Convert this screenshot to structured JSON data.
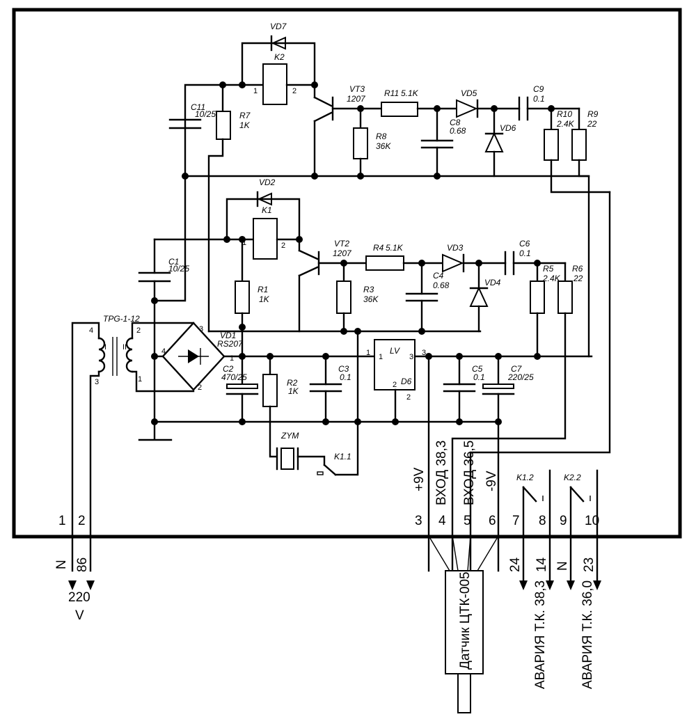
{
  "components": {
    "vd7": "VD7",
    "k2": "K2",
    "vt3": "VT3",
    "vt3_type": "1207",
    "r11": "R11",
    "r11_val": "5.1K",
    "vd5": "VD5",
    "c9": "C9",
    "c9_val": "0.1",
    "r10": "R10",
    "r10_val": "2.4K",
    "r9": "R9",
    "r9_val": "22",
    "c11": "C11",
    "c11_val": "10/25",
    "r7": "R7",
    "r7_val": "1K",
    "r8": "R8",
    "r8_val": "36K",
    "c8": "C8",
    "c8_val": "0.68",
    "vd6": "VD6",
    "vd2": "VD2",
    "k1": "K1",
    "vt2": "VT2",
    "vt2_type": "1207",
    "r4": "R4",
    "r4_val": "5.1K",
    "vd3": "VD3",
    "c6": "C6",
    "c6_val": "0.1",
    "c1": "C1",
    "c1_val": "10/25",
    "r5": "R5",
    "r5_val": "2.4K",
    "r6": "R6",
    "r6_val": "22",
    "r1": "R1",
    "r1_val": "1K",
    "r3": "R3",
    "r3_val": "36K",
    "c4": "C4",
    "c4_val": "0.68",
    "vd4": "VD4",
    "tpg": "TPG-1-12",
    "winding1": "I",
    "winding2": "II",
    "vd1": "VD1",
    "vd1_type": "RS207",
    "c2": "C2",
    "c2_val": "470/25",
    "r2": "R2",
    "r2_val": "1K",
    "c3": "C3",
    "c3_val": "0.1",
    "d6": "D6",
    "lv": "LV",
    "c5": "C5",
    "c5_val": "0.1",
    "c7": "C7",
    "c7_val": "220/25",
    "zym": "ZYM",
    "k11": "K1.1",
    "k12": "K1.2",
    "k22": "K2.2"
  },
  "pins": {
    "relay_1": "1",
    "relay_2": "2",
    "t_4": "4",
    "t_2": "2",
    "t_3": "3",
    "t_1": "1",
    "br_3": "3",
    "br_4": "4",
    "br_1": "1",
    "br_2": "2",
    "d6_1": "1",
    "d6_3": "3",
    "d6_2": "2"
  },
  "connector_labels": {
    "plus9v": "+9V",
    "in383": "ВХОД 38,3",
    "in365": "ВХОД 36,5",
    "minus9v": "-9V"
  },
  "terminals": [
    "1",
    "2",
    "3",
    "4",
    "5",
    "6",
    "7",
    "8",
    "9",
    "10"
  ],
  "external": {
    "n": "N",
    "w86": "86",
    "v220": "220",
    "v": "V",
    "w24": "24",
    "w14": "14",
    "n2": "N",
    "w23": "23",
    "alarm1": "АВАРИЯ Т.К. 38,3",
    "alarm2": "АВАРИЯ Т.К. 36,0",
    "sensor": "Датчик ЦТК-005"
  }
}
